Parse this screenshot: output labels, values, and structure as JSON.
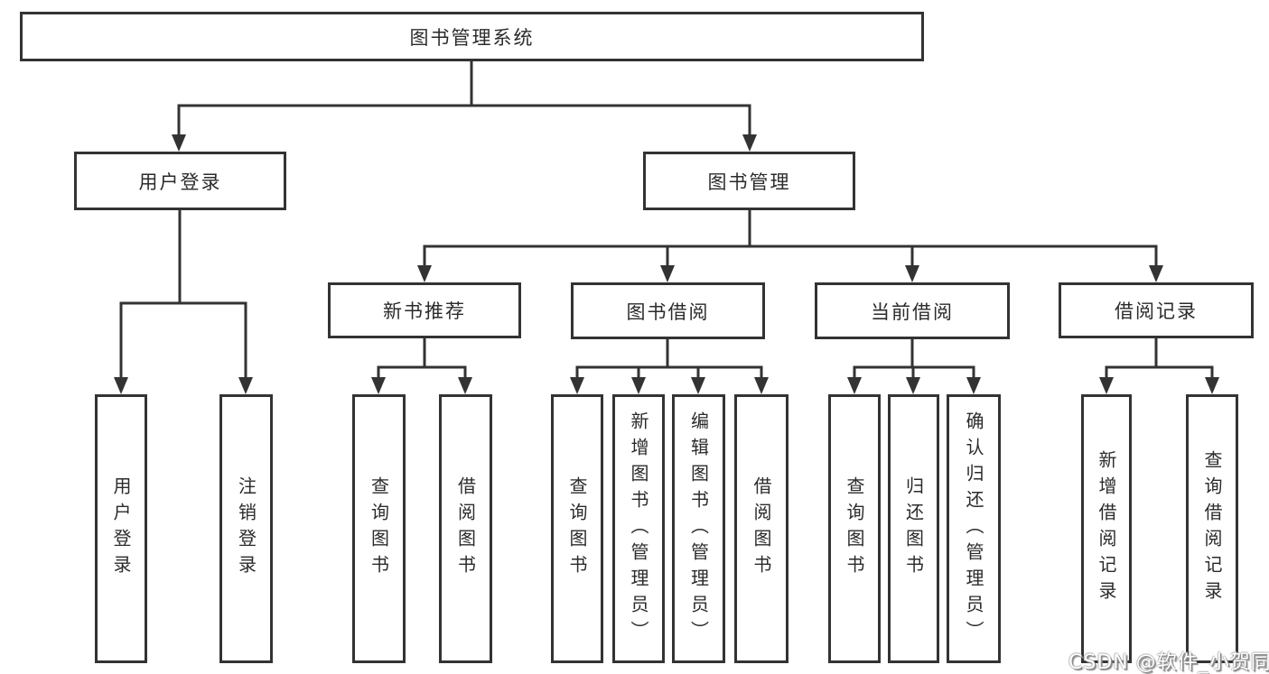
{
  "tree": {
    "root": {
      "label": "图书管理系统",
      "children": [
        {
          "label": "用户登录",
          "children": [
            {
              "label": "用户登录"
            },
            {
              "label": "注销登录"
            }
          ]
        },
        {
          "label": "图书管理",
          "children": [
            {
              "label": "新书推荐",
              "children": [
                {
                  "label": "查询图书"
                },
                {
                  "label": "借阅图书"
                }
              ]
            },
            {
              "label": "图书借阅",
              "children": [
                {
                  "label": "查询图书"
                },
                {
                  "label": "新增图书（管理员）"
                },
                {
                  "label": "编辑图书（管理员）"
                },
                {
                  "label": "借阅图书"
                }
              ]
            },
            {
              "label": "当前借阅",
              "children": [
                {
                  "label": "查询图书"
                },
                {
                  "label": "归还图书"
                },
                {
                  "label": "确认归还（管理员）"
                }
              ]
            },
            {
              "label": "借阅记录",
              "children": [
                {
                  "label": "新增借阅记录"
                },
                {
                  "label": "查询借阅记录"
                }
              ]
            }
          ]
        }
      ]
    }
  },
  "watermark": {
    "text": "CSDN @软件_小贺同学"
  },
  "colors": {
    "line_color": "#333333",
    "box_bg": "#ffffff",
    "text_color": "#2b2b2b",
    "watermark_fill": "#ffffff",
    "watermark_shadow": "#8c8c8c"
  }
}
